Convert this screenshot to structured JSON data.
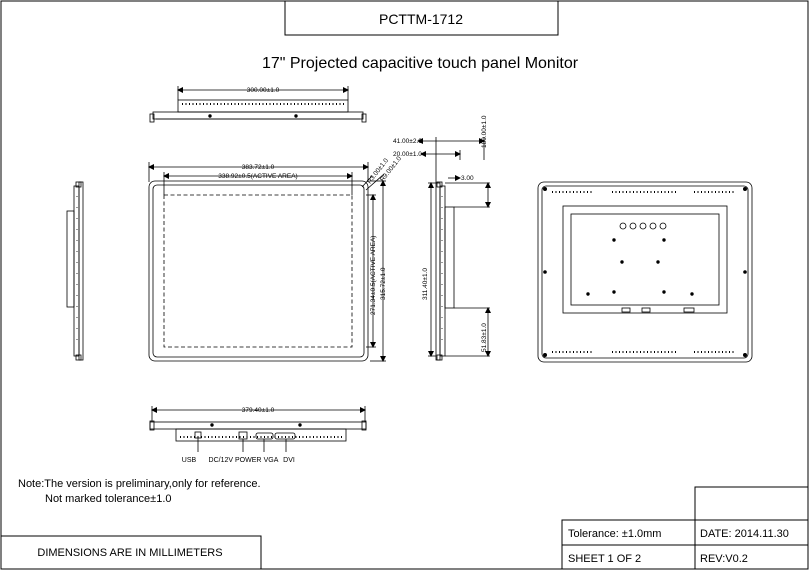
{
  "header": {
    "model": "PCTTM-1712",
    "title": "17\" Projected capacitive touch panel Monitor"
  },
  "dimensions": {
    "top_width": "300.00±1.0",
    "outer_width": "383.72±1.0",
    "active_width": "338.92±0.5(ACTIVE AREA)",
    "corner_a": "R3.00±1.0",
    "corner_b": "R9.00±1.0",
    "active_height": "271.34±0.5(ACTIVE AREA)",
    "outer_height": "315.72±1.0",
    "depth_total": "41.00±2.0",
    "depth_body": "20.00±1.0",
    "depth_bezel": "3.00",
    "side_height_total": "180.00±1.0",
    "side_height": "311.40±1.0",
    "side_offset": "51.83±1.0",
    "bottom_width": "379.40±1.0"
  },
  "ports": {
    "usb": "USB",
    "power": "DC/12V POWER",
    "vga": "VGA",
    "dvi": "DVI"
  },
  "notes": {
    "line1": "Note:The version is preliminary,only for reference.",
    "line2": "Not marked tolerance±1.0"
  },
  "title_block": {
    "units": "DIMENSIONS ARE IN MILLIMETERS",
    "tolerance": "Tolerance:  ±1.0mm",
    "date": "DATE: 2014.11.30",
    "sheet": "SHEET    1    OF    2",
    "rev": "REV:V0.2"
  }
}
